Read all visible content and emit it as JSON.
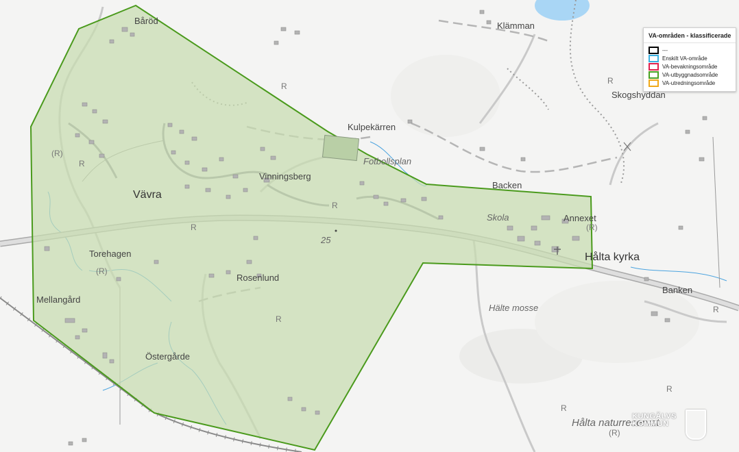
{
  "map": {
    "road_number": "25",
    "place_labels": {
      "barod": "Båröd",
      "klamman": "Klämman",
      "skogshyddan": "Skogshyddan",
      "kulpekarren": "Kulpekärren",
      "fotbollsplan": "Fotbollsplan",
      "vinningsberg": "Vinningsberg",
      "vavra": "Vävra",
      "backen": "Backen",
      "skola": "Skola",
      "annexet": "Annexet",
      "halta_kyrka": "Hålta kyrka",
      "torehagen": "Torehagen",
      "rosenlund": "Rosenlund",
      "mellangard": "Mellangård",
      "banken": "Banken",
      "halte_mosse": "Hälte mosse",
      "ostergarde": "Östergårde",
      "halta_naturreservat": "Hålta naturreservat"
    },
    "symbol_r": "R",
    "symbol_r_paren": "(R)",
    "area_fill_color": "#c8ddb0",
    "area_stroke_color": "#4a9a1c",
    "water_color": "#4aa3df",
    "road_color": "#bdbdbd"
  },
  "legend": {
    "title": "VA-områden - klassificerade",
    "items": [
      {
        "label": "---",
        "color": "#000000"
      },
      {
        "label": "Enskilt VA-område",
        "color": "#3ab0e0"
      },
      {
        "label": "VA-bevakningsområde",
        "color": "#e0204c"
      },
      {
        "label": "VA-utbyggnadsområde",
        "color": "#48a020"
      },
      {
        "label": "VA-utredningsområde",
        "color": "#f0a818"
      }
    ]
  },
  "branding": {
    "line1": "KUNGÄLVS",
    "line2": "KOMMUN"
  }
}
